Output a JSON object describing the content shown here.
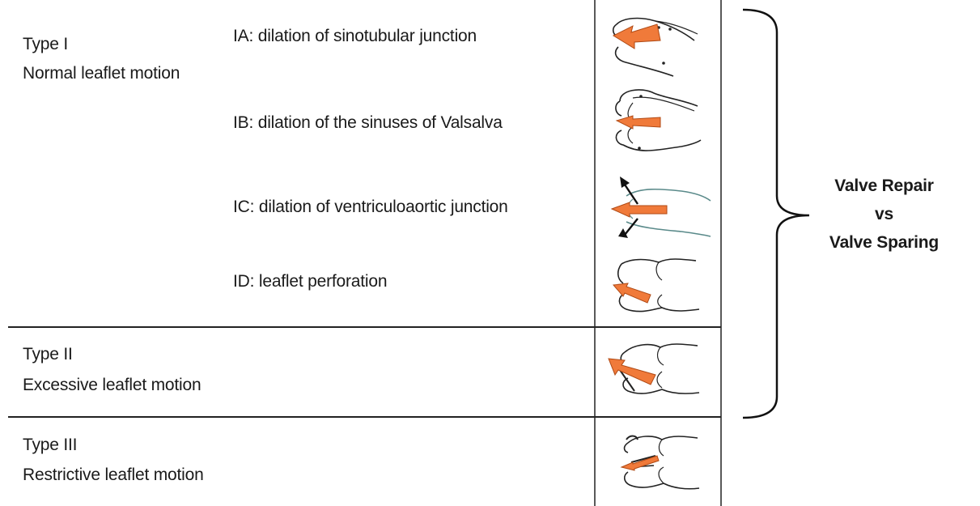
{
  "rows": {
    "type1": {
      "title": "Type I",
      "subtitle": "Normal leaflet motion",
      "subtypes": [
        {
          "label": "IA: dilation of sinotubular junction",
          "icon": "sinotubular-junction-diagram-icon"
        },
        {
          "label": "IB: dilation of the sinuses of Valsalva",
          "icon": "sinuses-of-valsalva-diagram-icon"
        },
        {
          "label": "IC: dilation of ventriculoaortic junction",
          "icon": "ventriculoaortic-junction-diagram-icon"
        },
        {
          "label": "ID: leaflet perforation",
          "icon": "leaflet-perforation-diagram-icon"
        }
      ]
    },
    "type2": {
      "title": "Type II",
      "subtitle": "Excessive leaflet motion",
      "icon": "excessive-leaflet-motion-diagram-icon"
    },
    "type3": {
      "title": "Type III",
      "subtitle": "Restrictive leaflet motion",
      "icon": "restrictive-leaflet-motion-diagram-icon"
    }
  },
  "bracket": {
    "line1": "Valve Repair",
    "line2": "vs",
    "line3": "Valve Sparing"
  },
  "colors": {
    "arrow": "#f07a3a",
    "arrow_stroke": "#b04a15",
    "line": "#222222",
    "teal_outline": "#5a8a8a"
  }
}
